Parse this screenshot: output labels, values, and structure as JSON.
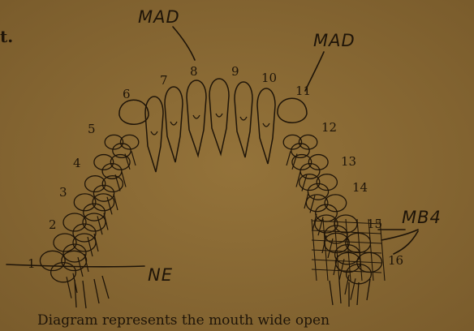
{
  "fragment_text": "t.",
  "caption": "Diagram represents the mouth wide open",
  "tooth_numbers": [
    "1",
    "2",
    "3",
    "4",
    "5",
    "6",
    "7",
    "8",
    "9",
    "10",
    "11",
    "12",
    "13",
    "14",
    "15",
    "16"
  ],
  "annotations": {
    "left_top": "MAD",
    "right_top": "MAD",
    "right_lower": "MB4",
    "bottom_left": "NE"
  },
  "colors": {
    "paper": "#8a6a34",
    "ink": "#1e1408"
  }
}
